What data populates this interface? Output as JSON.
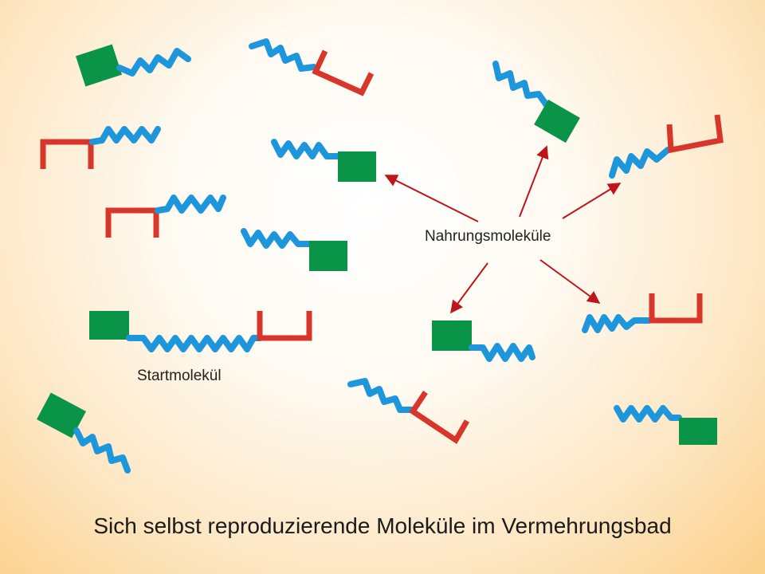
{
  "labels": {
    "food_molecules": "Nahrungsmoleküle",
    "start_molecule": "Startmolekül"
  },
  "caption": "Sich selbst reproduzierende Moleküle im Vermehrungsbad",
  "colors": {
    "chain": "#1e96dc",
    "red_part": "#d8362a",
    "green_part": "#0a9447",
    "arrow": "#c0141b"
  }
}
